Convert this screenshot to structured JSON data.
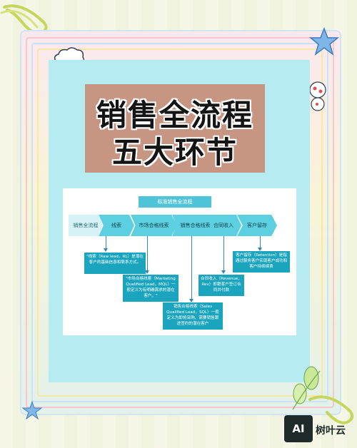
{
  "poster": {
    "title_line1": "销售全流程",
    "title_line2": "五大环节"
  },
  "diagram": {
    "header": "标准销售全流程",
    "stages": [
      "销售全流程",
      "线索",
      "市场合格线索",
      "销售合格线索",
      "合同收入",
      "客户留存"
    ],
    "descriptions": {
      "lead": "\"线索（Raw lead，RL）是潜在客户的基础信息和联系方式。",
      "mql": "\"市场合格线索（Marketing Qualified Lead，MQL）一般定义为有明确需求的潜在客户。\"",
      "sql": "销售合格线索（Sales Qualified Lead，SQL）一般定义为即将采购、需要销售跟进签约的潜在客户",
      "rev": "合同收入（Revenue，Rev）即跟客户签订合同并付款",
      "retention": "客户留存（Retention）是指通过服务客户实现客户成功和客户持续续费"
    }
  },
  "brand": {
    "logo_text": "AI",
    "name": "树叶云"
  },
  "colors": {
    "panel": "#b6ecf1",
    "title_box": "#c69683",
    "accent": "#1aa4be"
  }
}
